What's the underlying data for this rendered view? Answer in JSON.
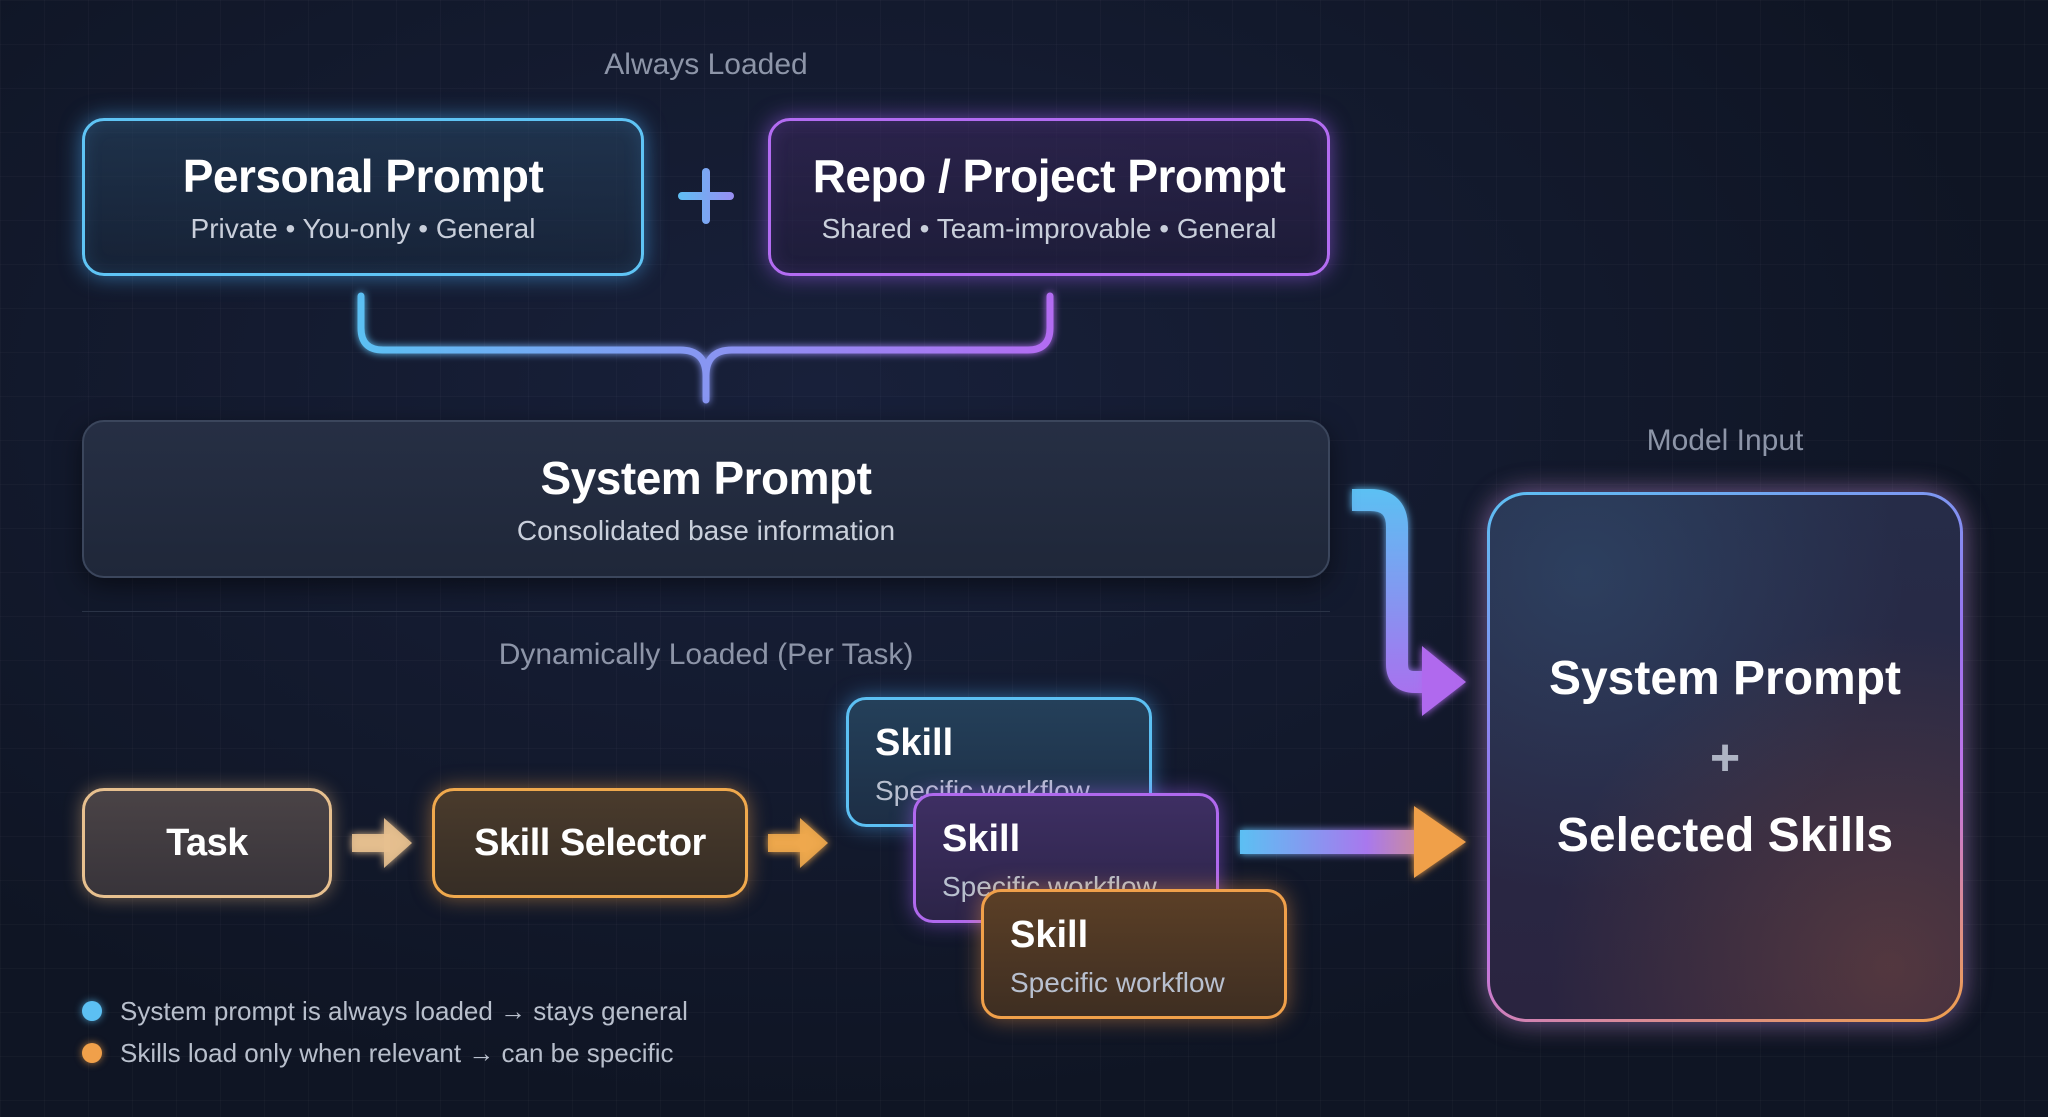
{
  "sections": {
    "always_loaded": "Always Loaded",
    "dynamically_loaded": "Dynamically Loaded (Per Task)",
    "model_input": "Model Input"
  },
  "personal_prompt": {
    "title": "Personal Prompt",
    "subtitle": "Private • You-only • General"
  },
  "repo_prompt": {
    "title": "Repo / Project Prompt",
    "subtitle": "Shared • Team-improvable • General"
  },
  "system_prompt": {
    "title": "System Prompt",
    "subtitle": "Consolidated base information"
  },
  "task": {
    "title": "Task"
  },
  "skill_selector": {
    "title": "Skill Selector"
  },
  "skills": [
    {
      "title": "Skill",
      "subtitle": "Specific workflow"
    },
    {
      "title": "Skill",
      "subtitle": "Specific workflow"
    },
    {
      "title": "Skill",
      "subtitle": "Specific workflow"
    }
  ],
  "model_box": {
    "line1": "System Prompt",
    "plus": "+",
    "line2": "Selected Skills"
  },
  "legend": [
    {
      "color": "#5cc0f3",
      "text": "System prompt is always loaded → stays general"
    },
    {
      "color": "#f0a04a",
      "text": "Skills load only when relevant → can be specific"
    }
  ],
  "colors": {
    "blue_accent": "#5cc0f3",
    "purple_accent": "#b36cf2",
    "orange_accent": "#f0a04a",
    "background": "#0f1524"
  }
}
